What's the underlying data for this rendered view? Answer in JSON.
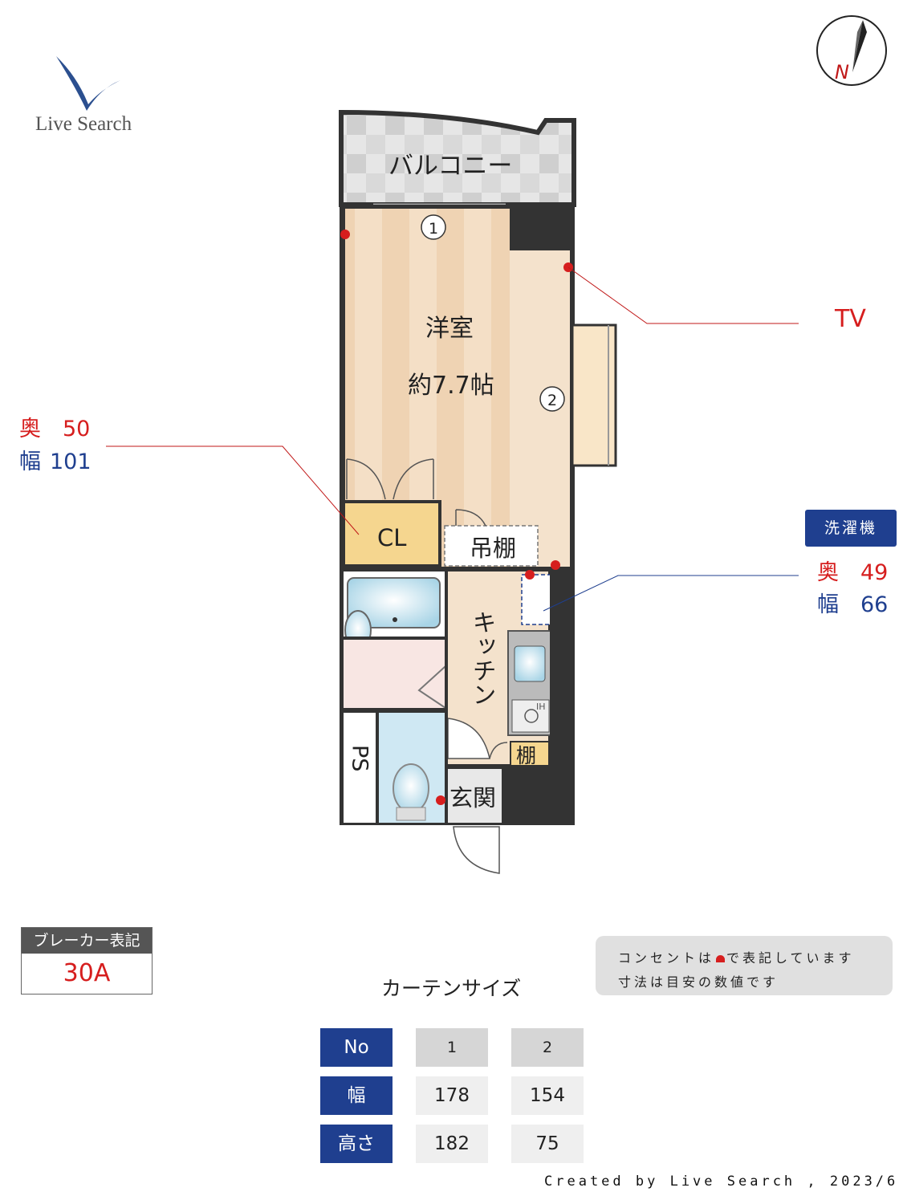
{
  "brand": {
    "name": "Live Search"
  },
  "rooms": {
    "balcony": "バルコニー",
    "western_room": "洋室",
    "western_room_size": "約7.7帖",
    "closet": "CL",
    "hanging_shelf": "吊棚",
    "kitchen": "キッチン",
    "shelf": "棚",
    "entrance": "玄関",
    "ps": "PS",
    "ih": "IH"
  },
  "markers": {
    "window1": "1",
    "window2": "2"
  },
  "annotations": {
    "tv": "TV",
    "closet_depth_label": "奥",
    "closet_depth": "50",
    "closet_width_label": "幅",
    "closet_width": "101",
    "washer_tag": "洗濯機",
    "washer_depth_label": "奥",
    "washer_depth": "49",
    "washer_width_label": "幅",
    "washer_width": "66"
  },
  "breaker": {
    "header": "ブレーカー表記",
    "value": "30A"
  },
  "notes": {
    "line1_a": "コンセントは",
    "line1_b": "で表記しています",
    "line2": "寸法は目安の数値です"
  },
  "curtain": {
    "title": "カーテンサイズ",
    "header_labels": [
      "No",
      "幅",
      "高さ"
    ],
    "columns": [
      {
        "no": "1",
        "width": "178",
        "height": "182"
      },
      {
        "no": "2",
        "width": "154",
        "height": "75"
      }
    ]
  },
  "compass": {
    "label": "N"
  },
  "credit": "Created by Live Search , 2023/6",
  "colors": {
    "outlet": "#d61e1e",
    "navy": "#1f3f8f",
    "wall": "#333333",
    "floor_wood": "#f2d9bd",
    "tile": "#bfe0ec"
  }
}
